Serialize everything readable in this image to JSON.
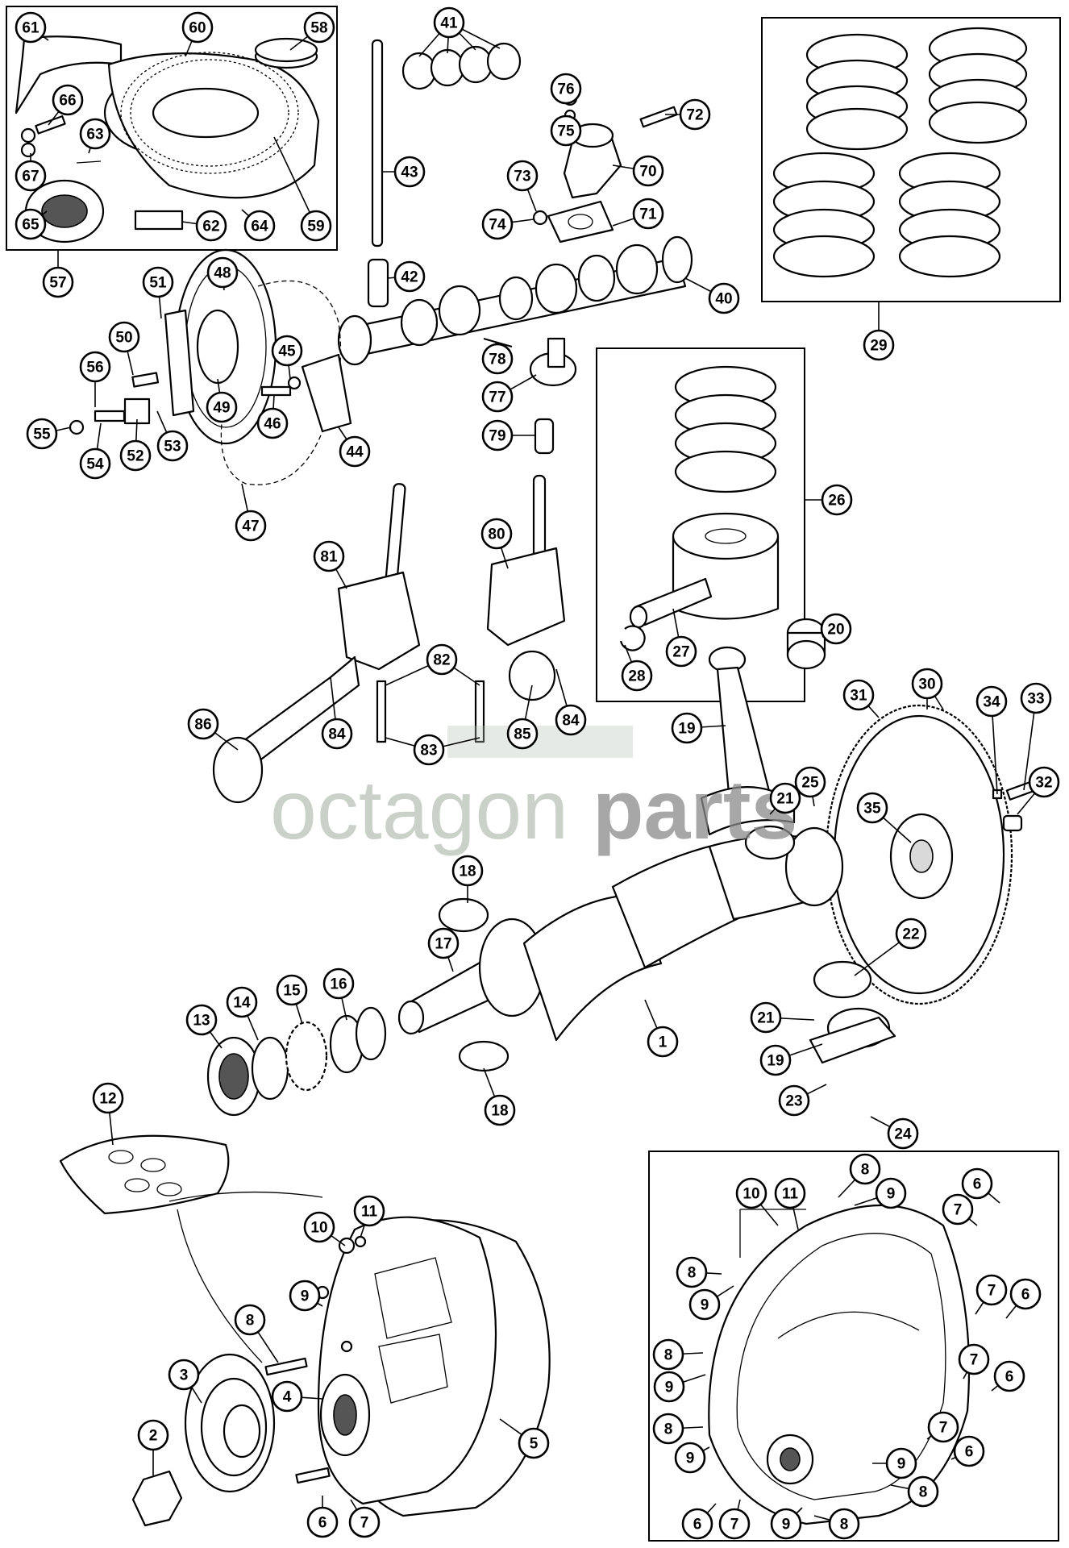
{
  "watermark": {
    "brand_light": "octagon",
    "brand_dark": "parts",
    "color_light": "#b8c2b8",
    "color_dark": "#8a8a8a"
  },
  "callouts": [
    "1",
    "2",
    "3",
    "4",
    "5",
    "6",
    "7",
    "8",
    "9",
    "10",
    "11",
    "12",
    "13",
    "14",
    "15",
    "16",
    "17",
    "18",
    "19",
    "20",
    "21",
    "22",
    "23",
    "24",
    "25",
    "26",
    "27",
    "28",
    "29",
    "30",
    "31",
    "32",
    "33",
    "34",
    "35",
    "40",
    "41",
    "42",
    "43",
    "44",
    "45",
    "46",
    "47",
    "48",
    "49",
    "50",
    "51",
    "52",
    "53",
    "54",
    "55",
    "56",
    "57",
    "58",
    "59",
    "60",
    "61",
    "62",
    "63",
    "64",
    "65",
    "66",
    "67",
    "70",
    "71",
    "72",
    "73",
    "74",
    "75",
    "76",
    "77",
    "78",
    "79",
    "80",
    "81",
    "82",
    "83",
    "84",
    "85",
    "86"
  ]
}
